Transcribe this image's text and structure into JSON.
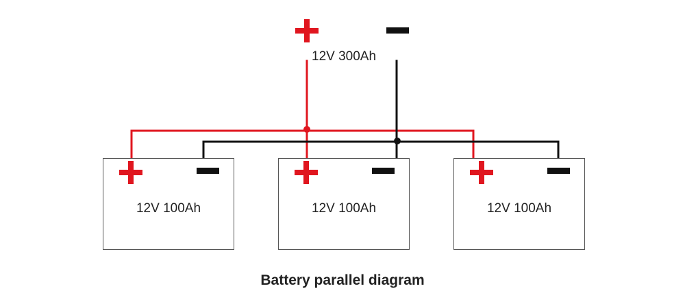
{
  "diagram": {
    "output": {
      "positive_symbol": "+",
      "negative_symbol": "−",
      "label": "12V 300Ah"
    },
    "batteries": [
      {
        "label": "12V 100Ah"
      },
      {
        "label": "12V 100Ah"
      },
      {
        "label": "12V 100Ah"
      }
    ],
    "caption": "Battery parallel diagram",
    "colors": {
      "positive_wire": "#e0161f",
      "negative_wire": "#111111",
      "battery_border": "#555555"
    },
    "icons": {
      "positive": "plus-sign-icon",
      "negative": "minus-sign-icon"
    }
  }
}
